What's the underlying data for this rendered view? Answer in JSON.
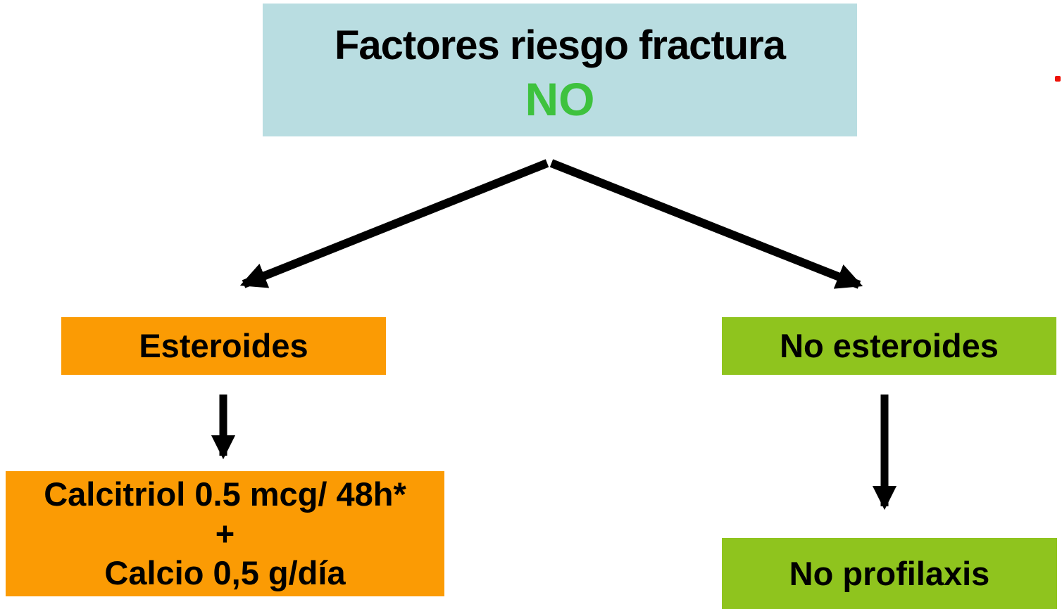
{
  "diagram": {
    "root": {
      "title": "Factores riesgo fractura",
      "answer": "NO"
    },
    "left_branch": {
      "condition": "Esteroides",
      "outcome_line1": "Calcitriol 0.5 mcg/ 48h*",
      "outcome_line2": "+",
      "outcome_line3": "Calcio 0,5 g/día"
    },
    "right_branch": {
      "condition": "No esteroides",
      "outcome": "No profilaxis"
    },
    "colors": {
      "root_box_bg": "#b9dde1",
      "root_title_text": "#000000",
      "answer_green": "#3ec23e",
      "orange_box_bg": "#fb9b04",
      "green_box_bg": "#8fc41e",
      "box_text": "#000000",
      "arrow": "#000000",
      "red_marker": "#ee1208",
      "page_bg": "#ffffff"
    }
  }
}
